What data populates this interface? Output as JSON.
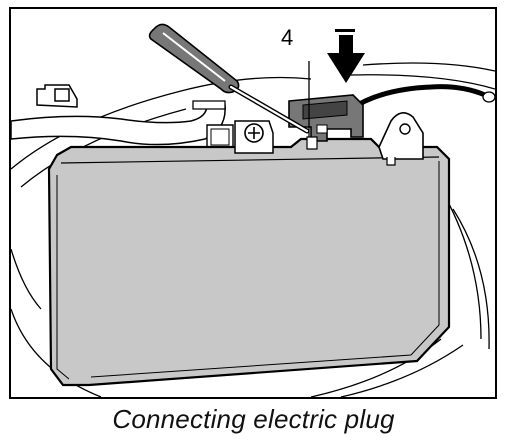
{
  "caption": "Connecting electric plug",
  "callout": {
    "number": "4"
  },
  "icons": {
    "arrow": "down-arrow-icon",
    "tool": "screwdriver-icon",
    "part": "control-module-housing"
  },
  "colors": {
    "housing_fill": "#c8c8c8",
    "line": "#000000",
    "background": "#ffffff"
  }
}
